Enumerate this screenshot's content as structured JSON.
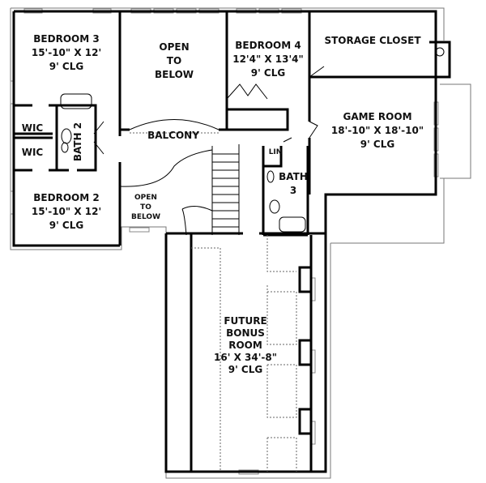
{
  "rooms": {
    "bedroom3": {
      "name": "BEDROOM 3",
      "size": "15'-10\" X 12'",
      "ceiling": "9' CLG"
    },
    "open_top": {
      "l1": "OPEN",
      "l2": "TO",
      "l3": "BELOW"
    },
    "bedroom4": {
      "name": "BEDROOM 4",
      "size": "12'4\" X 13'4\"",
      "ceiling": "9' CLG"
    },
    "storage": {
      "name": "STORAGE CLOSET"
    },
    "game_room": {
      "name": "GAME ROOM",
      "size": "18'-10\" X 18'-10\"",
      "ceiling": "9' CLG"
    },
    "wic1": {
      "name": "WIC"
    },
    "wic2": {
      "name": "WIC"
    },
    "bath2": {
      "name": "BATH 2"
    },
    "balcony": {
      "name": "BALCONY"
    },
    "lin": {
      "name": "LIN"
    },
    "bath3": {
      "l1": "BATH",
      "l2": "3"
    },
    "open_mid": {
      "l1": "OPEN",
      "l2": "TO",
      "l3": "BELOW"
    },
    "bedroom2": {
      "name": "BEDROOM 2",
      "size": "15'-10\" X 12'",
      "ceiling": "9' CLG"
    },
    "bonus": {
      "l1": "FUTURE",
      "l2": "BONUS",
      "l3": "ROOM",
      "size": "16' X 34'-8\"",
      "ceiling": "9' CLG"
    }
  }
}
